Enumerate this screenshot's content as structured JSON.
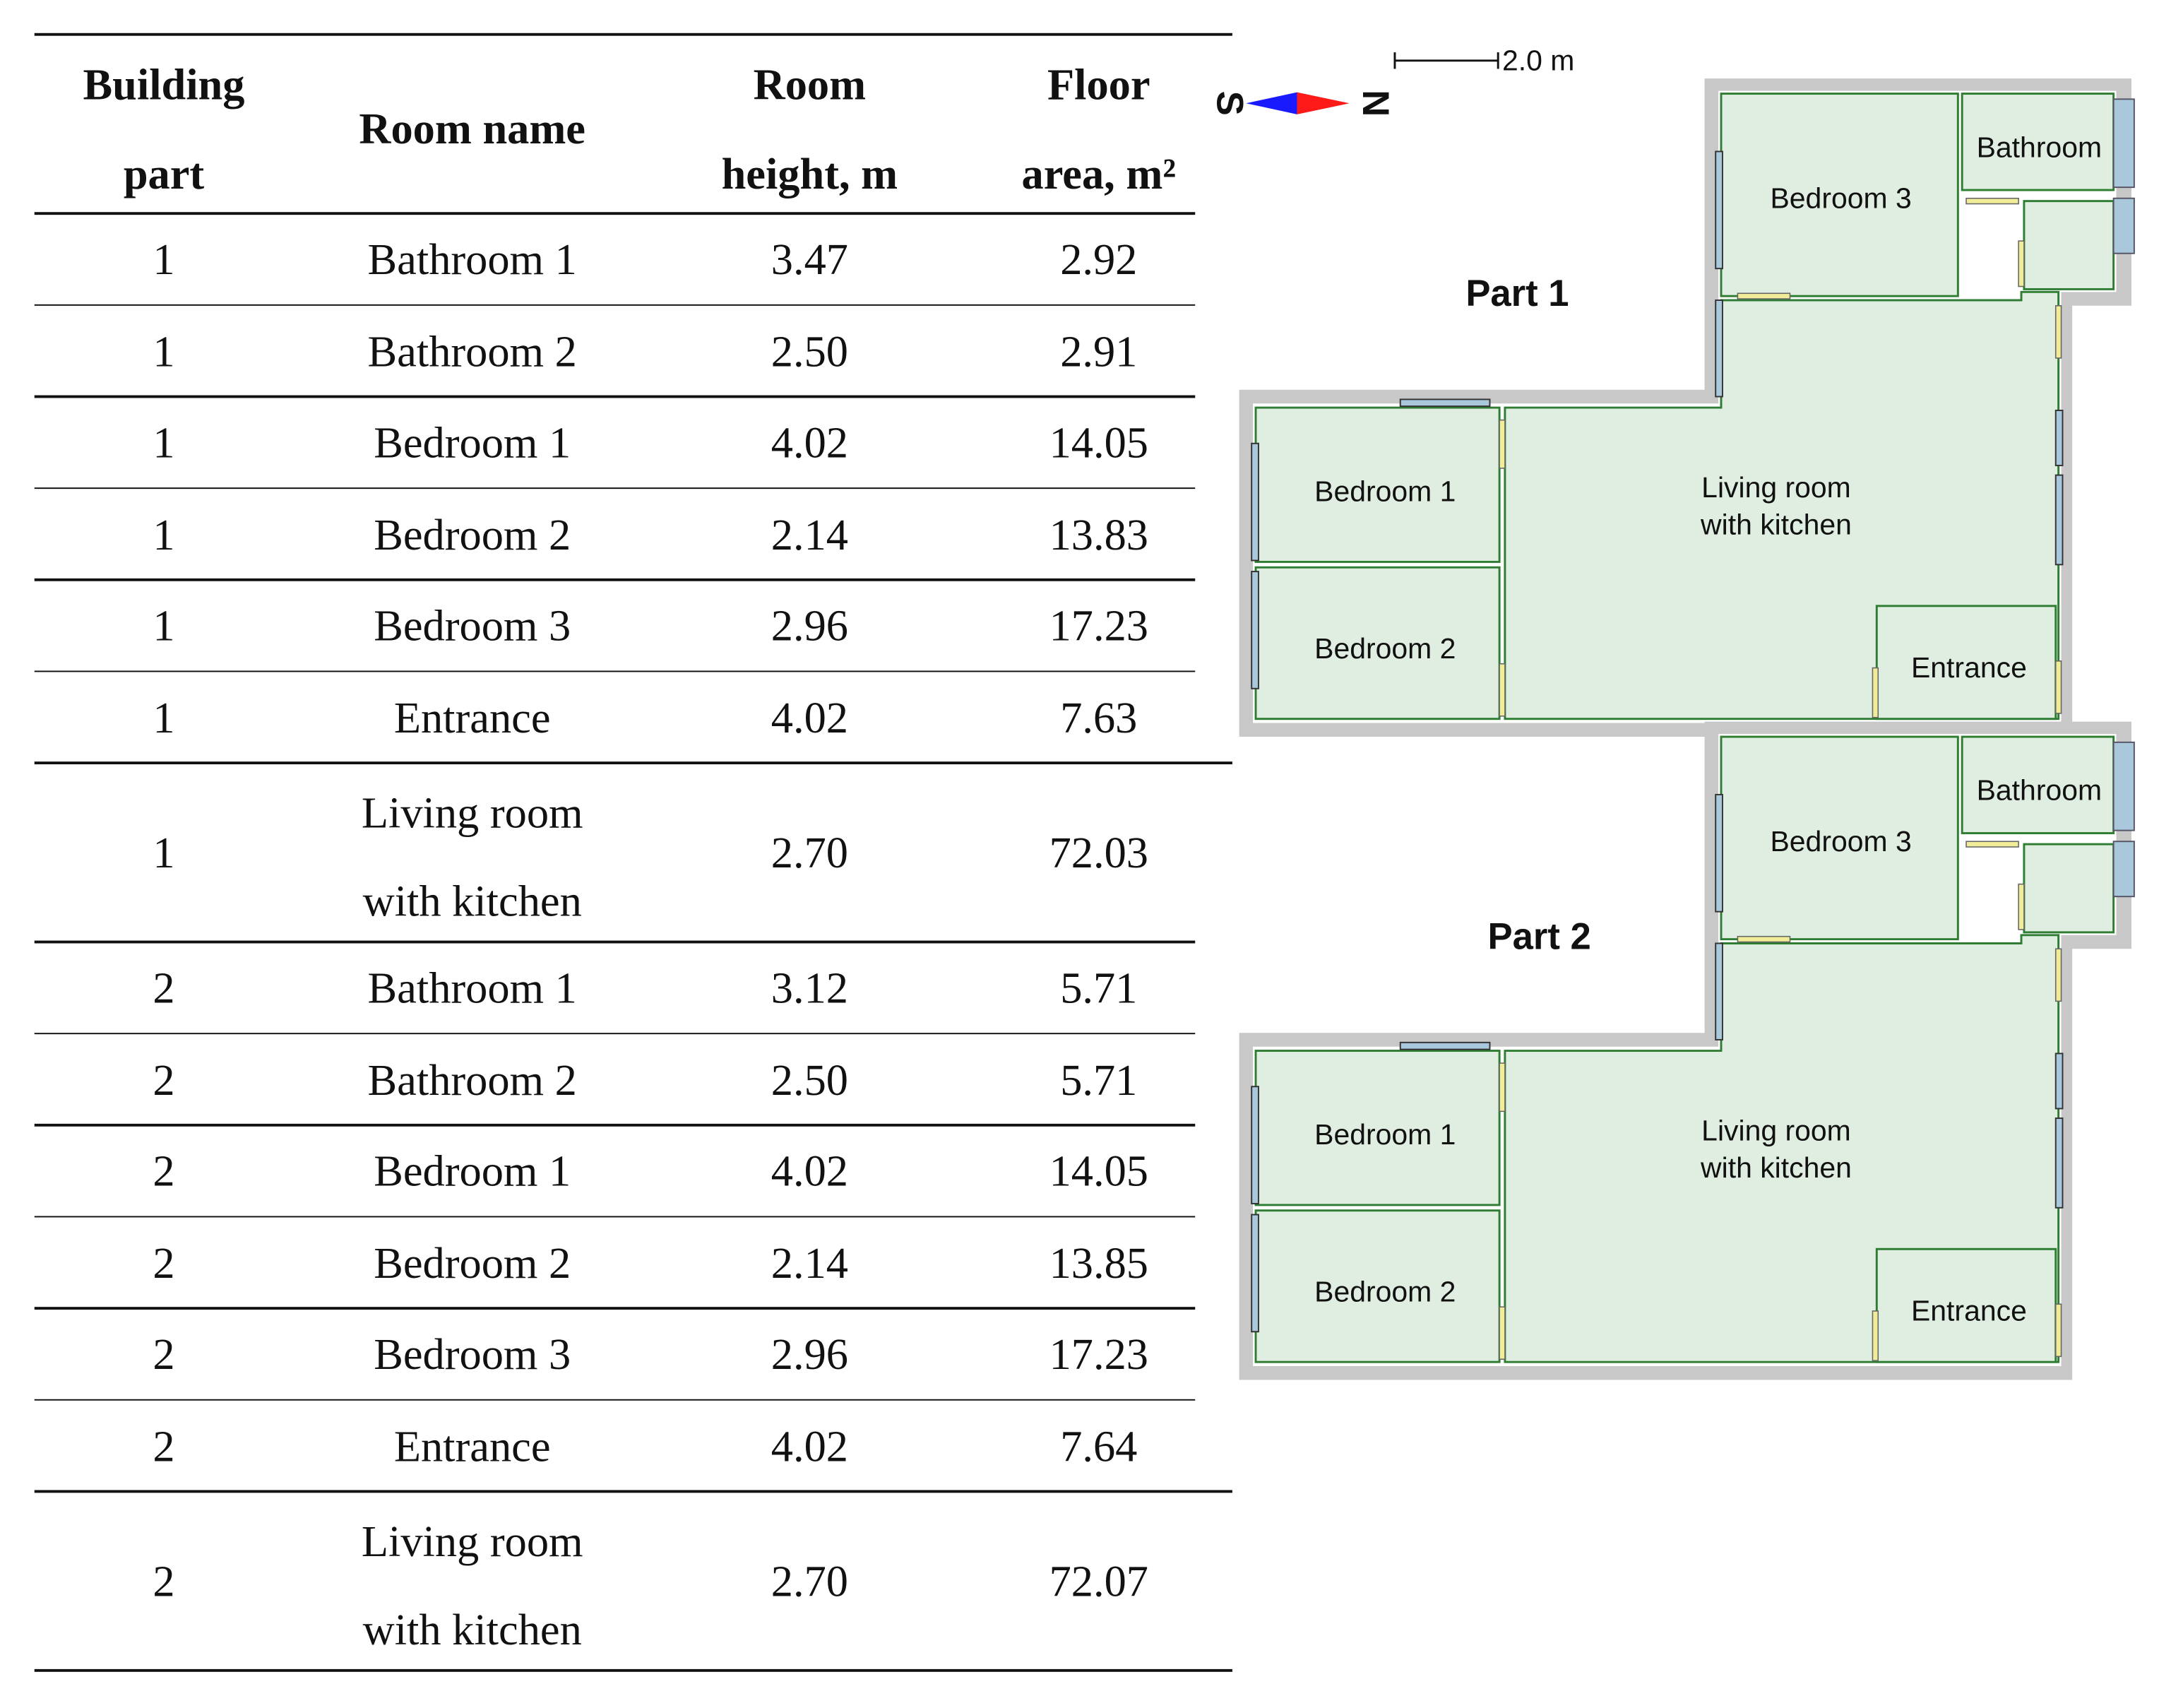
{
  "table": {
    "headers": [
      [
        "Building",
        "part"
      ],
      [
        "Room name"
      ],
      [
        "Room",
        "height, m"
      ],
      [
        "Floor",
        "area, m²"
      ]
    ],
    "rows": [
      {
        "part": "1",
        "room": [
          "Bathroom 1"
        ],
        "height": "3.47",
        "area": "2.92"
      },
      {
        "part": "1",
        "room": [
          "Bathroom 2"
        ],
        "height": "2.50",
        "area": "2.91"
      },
      {
        "part": "1",
        "room": [
          "Bedroom 1"
        ],
        "height": "4.02",
        "area": "14.05"
      },
      {
        "part": "1",
        "room": [
          "Bedroom 2"
        ],
        "height": "2.14",
        "area": "13.83"
      },
      {
        "part": "1",
        "room": [
          "Bedroom 3"
        ],
        "height": "2.96",
        "area": "17.23"
      },
      {
        "part": "1",
        "room": [
          "Entrance"
        ],
        "height": "4.02",
        "area": "7.63"
      },
      {
        "part": "1",
        "room": [
          "Living room",
          "with kitchen"
        ],
        "height": "2.70",
        "area": "72.03"
      },
      {
        "part": "2",
        "room": [
          "Bathroom 1"
        ],
        "height": "3.12",
        "area": "5.71"
      },
      {
        "part": "2",
        "room": [
          "Bathroom 2"
        ],
        "height": "2.50",
        "area": "5.71"
      },
      {
        "part": "2",
        "room": [
          "Bedroom 1"
        ],
        "height": "4.02",
        "area": "14.05"
      },
      {
        "part": "2",
        "room": [
          "Bedroom 2"
        ],
        "height": "2.14",
        "area": "13.85"
      },
      {
        "part": "2",
        "room": [
          "Bedroom 3"
        ],
        "height": "2.96",
        "area": "17.23"
      },
      {
        "part": "2",
        "room": [
          "Entrance"
        ],
        "height": "4.02",
        "area": "7.64"
      },
      {
        "part": "2",
        "room": [
          "Living room",
          "with kitchen"
        ],
        "height": "2.70",
        "area": "72.07"
      }
    ]
  },
  "plan": {
    "scale_label": "2.0 m",
    "compass": {
      "south": "S",
      "north": "N",
      "south_color": "#1a1aff",
      "north_color": "#ff1a1a"
    },
    "colors": {
      "room_fill": "#dfeee0",
      "room_stroke": "#2e7d32",
      "wall": "#c8c8c8",
      "door": "#f0ec98",
      "window": "#a9c8dc"
    },
    "parts": [
      {
        "label": "Part 1",
        "rooms": {
          "bedroom3": "Bedroom 3",
          "bathroom": "Bathroom",
          "bedroom1": "Bedroom 1",
          "bedroom2": "Bedroom 2",
          "living": [
            "Living room",
            "with kitchen"
          ],
          "entrance": "Entrance"
        }
      },
      {
        "label": "Part 2",
        "rooms": {
          "bedroom3": "Bedroom 3",
          "bathroom": "Bathroom",
          "bedroom1": "Bedroom 1",
          "bedroom2": "Bedroom 2",
          "living": [
            "Living room",
            "with kitchen"
          ],
          "entrance": "Entrance"
        }
      }
    ]
  }
}
